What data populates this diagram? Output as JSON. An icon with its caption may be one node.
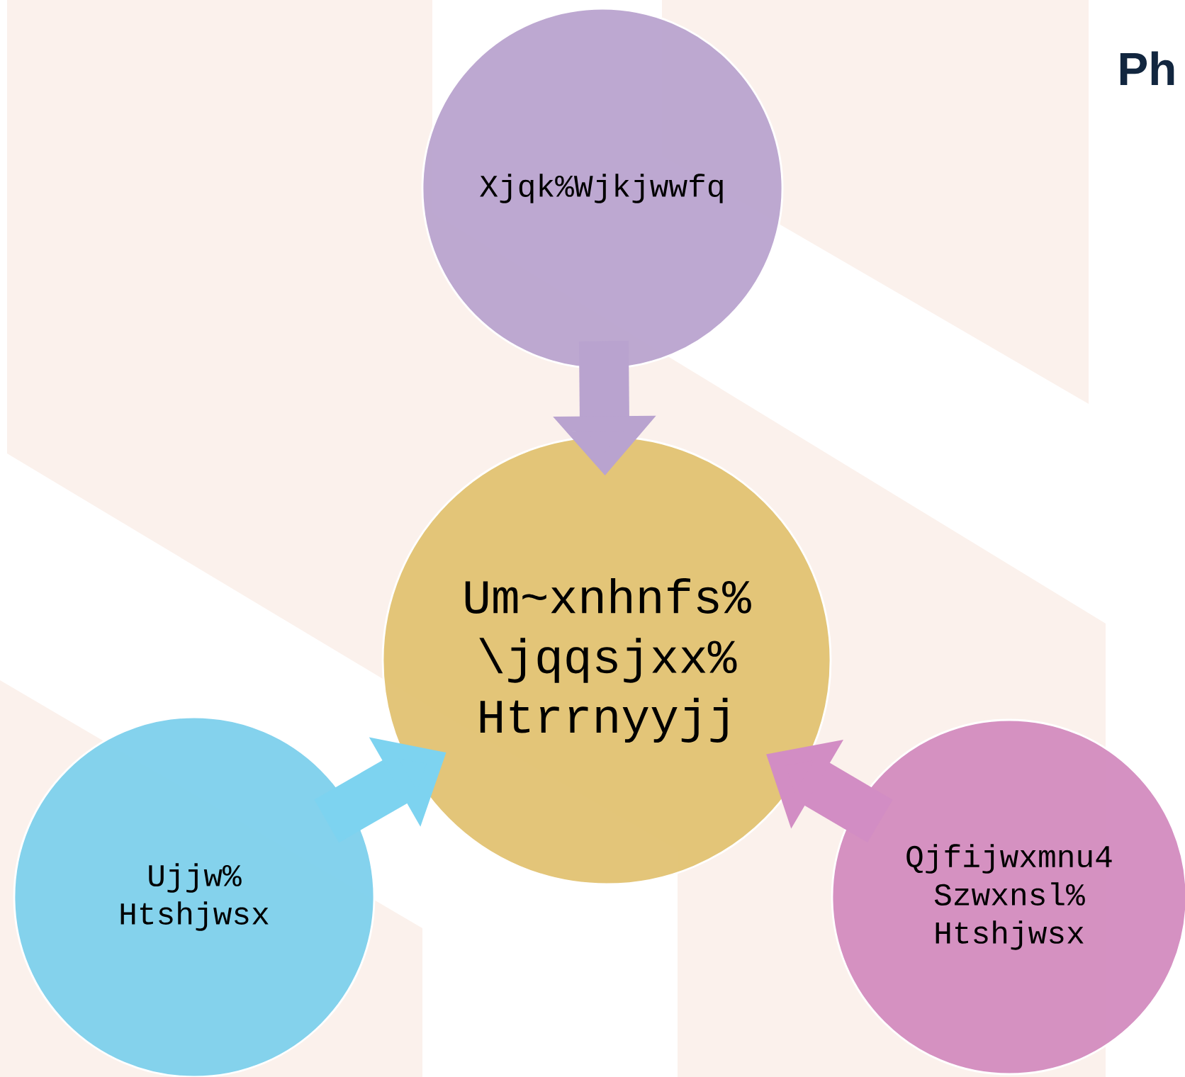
{
  "diagram": {
    "title": "Ph",
    "nodes": [
      {
        "text": [
          "Xjqk%Wjkjwwfq"
        ]
      },
      {
        "text": [
          "Um~xnhnfs% \\jqqsjxx% Htrrnyyjj"
        ]
      },
      {
        "text": [
          "Ujjw% Htshjwsx"
        ]
      },
      {
        "text": [
          "Qjfijwxmnu4 Szwxnsl% Htshjwsx"
        ]
      }
    ],
    "edges": [
      {
        "from": 0,
        "to": 1,
        "arrow": "to",
        "color": "#b9a3cf"
      },
      {
        "from": 2,
        "to": 1,
        "arrow": "to",
        "color": "#7dd3f0"
      },
      {
        "from": 3,
        "to": 1,
        "arrow": "to",
        "color": "#d28dc4"
      }
    ]
  }
}
